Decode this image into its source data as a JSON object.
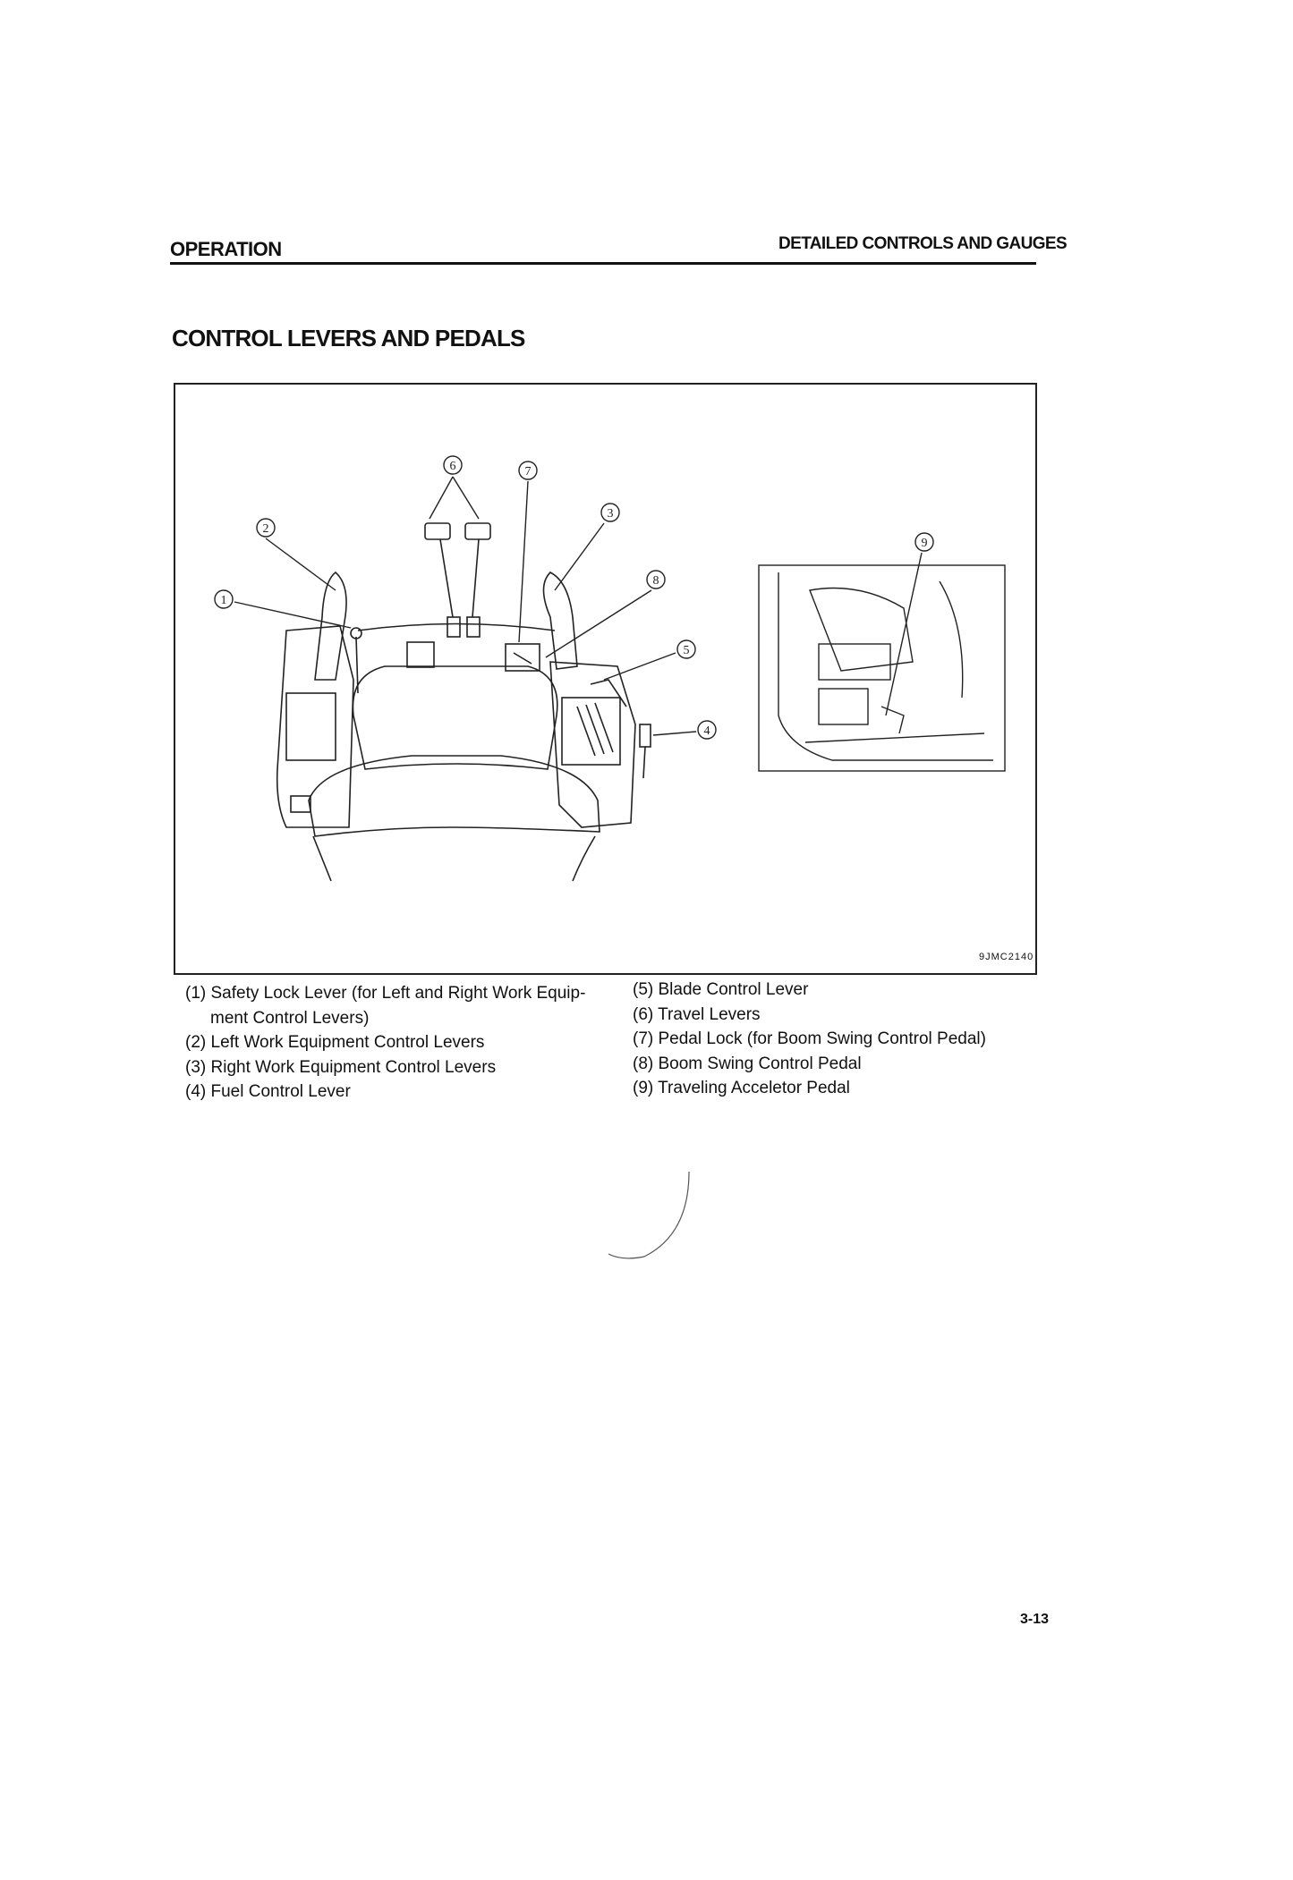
{
  "header": {
    "section": "OPERATION",
    "chapter": "DETAILED CONTROLS AND GAUGES"
  },
  "title": "CONTROL LEVERS AND PEDALS",
  "figure": {
    "code": "9JMC2140",
    "callouts": [
      "1",
      "2",
      "3",
      "4",
      "5",
      "6",
      "7",
      "8",
      "9"
    ]
  },
  "legend_left": [
    {
      "line1": "(1) Safety Lock Lever (for Left and Right Work Equip-",
      "line2": "ment Control Levers)"
    },
    {
      "line1": "(2) Left Work Equipment Control Levers"
    },
    {
      "line1": "(3) Right Work Equipment Control Levers"
    },
    {
      "line1": "(4) Fuel Control Lever"
    }
  ],
  "legend_right": [
    "(5) Blade Control Lever",
    "(6) Travel Levers",
    "(7) Pedal Lock (for Boom Swing Control Pedal)",
    "(8) Boom Swing Control Pedal",
    "(9) Traveling Acceletor Pedal"
  ],
  "page_number": "3-13"
}
